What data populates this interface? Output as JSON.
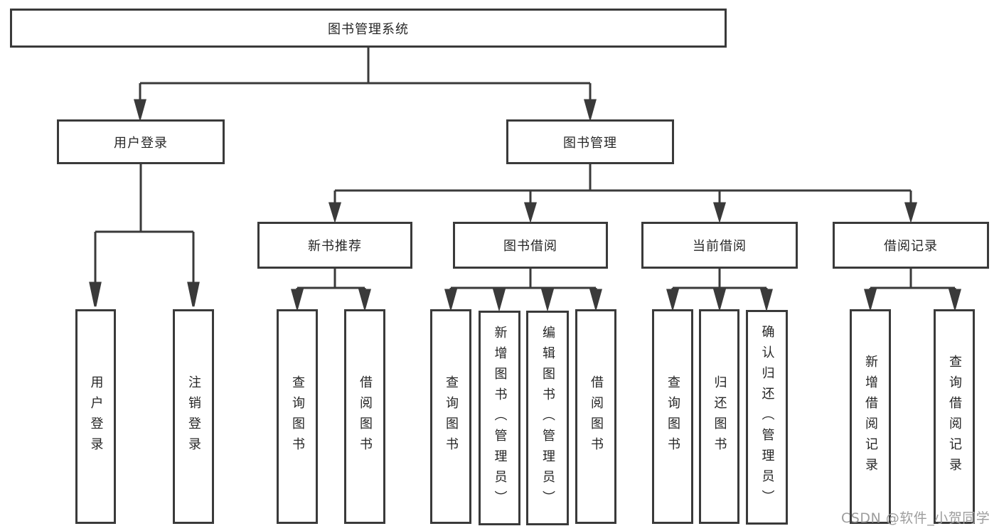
{
  "tree": {
    "root": {
      "label": "图书管理系统"
    },
    "level2": [
      {
        "label": "用户登录",
        "children": [
          {
            "label": "用户登录"
          },
          {
            "label": "注销登录"
          }
        ]
      },
      {
        "label": "图书管理",
        "children": [
          {
            "label": "新书推荐",
            "children": [
              {
                "label": "查询图书"
              },
              {
                "label": "借阅图书"
              }
            ]
          },
          {
            "label": "图书借阅",
            "children": [
              {
                "label": "查询图书"
              },
              {
                "label": "新增图书（管理员）"
              },
              {
                "label": "编辑图书（管理员）"
              },
              {
                "label": "借阅图书"
              }
            ]
          },
          {
            "label": "当前借阅",
            "children": [
              {
                "label": "查询图书"
              },
              {
                "label": "归还图书"
              },
              {
                "label": "确认归还（管理员）"
              }
            ]
          },
          {
            "label": "借阅记录",
            "children": [
              {
                "label": "新增借阅记录"
              },
              {
                "label": "查询借阅记录"
              }
            ]
          }
        ]
      }
    ]
  },
  "watermark": {
    "text": "CSDN @软件_小贺同学"
  },
  "colors": {
    "line": "#3a3a3a",
    "text": "#262626",
    "watermark": "#9d9d9d",
    "background": "#ffffff"
  }
}
